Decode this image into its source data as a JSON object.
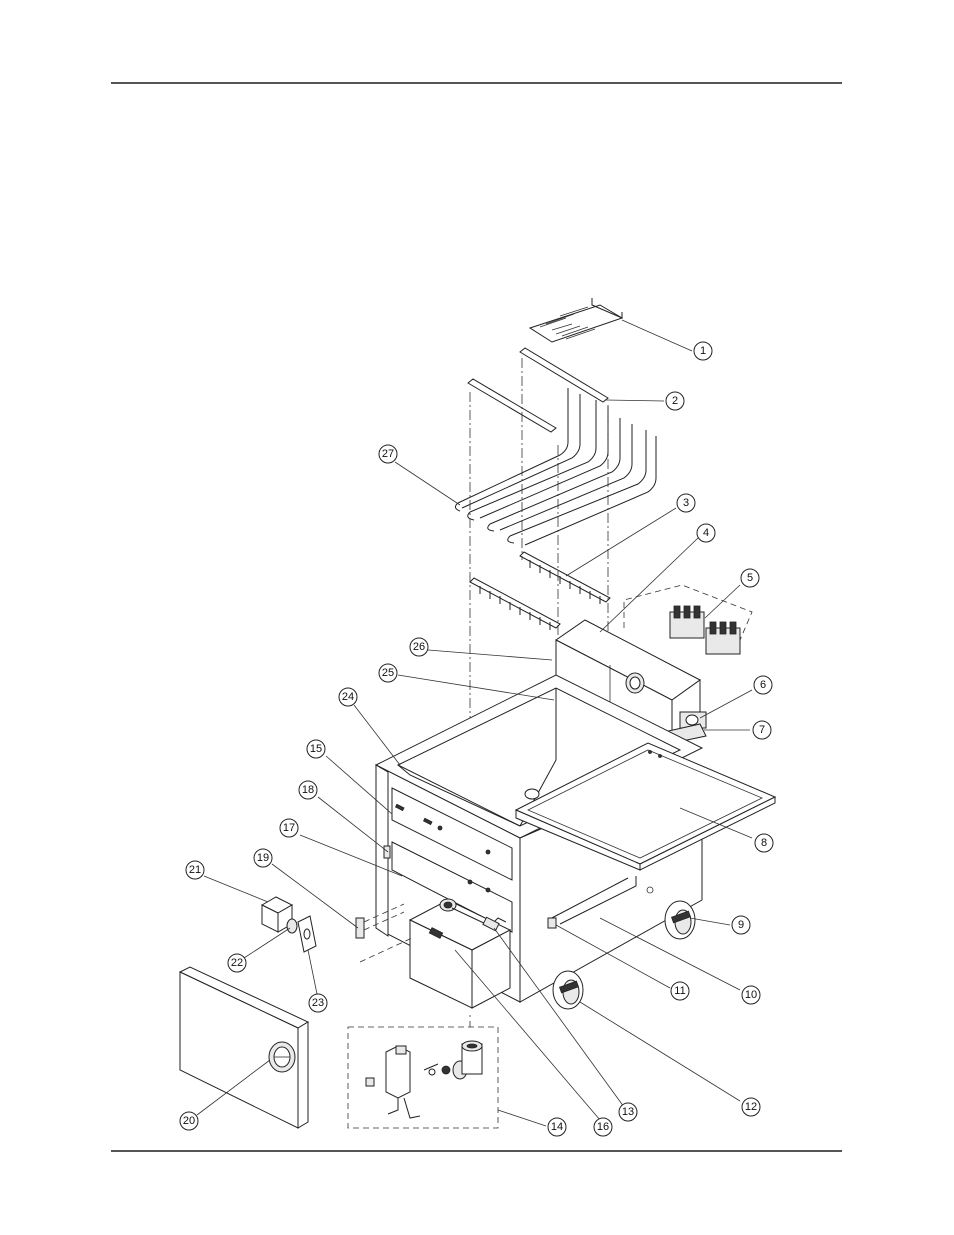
{
  "page": {
    "rule_color": "#555555"
  },
  "callouts": [
    {
      "label": "1"
    },
    {
      "label": "2"
    },
    {
      "label": "3"
    },
    {
      "label": "4"
    },
    {
      "label": "5"
    },
    {
      "label": "6"
    },
    {
      "label": "7"
    },
    {
      "label": "8"
    },
    {
      "label": "9"
    },
    {
      "label": "10"
    },
    {
      "label": "11"
    },
    {
      "label": "12"
    },
    {
      "label": "13"
    },
    {
      "label": "14"
    },
    {
      "label": "15"
    },
    {
      "label": "16"
    },
    {
      "label": "17"
    },
    {
      "label": "18"
    },
    {
      "label": "19"
    },
    {
      "label": "20"
    },
    {
      "label": "21"
    },
    {
      "label": "22"
    },
    {
      "label": "23"
    },
    {
      "label": "24"
    },
    {
      "label": "25"
    },
    {
      "label": "26"
    },
    {
      "label": "27"
    }
  ]
}
